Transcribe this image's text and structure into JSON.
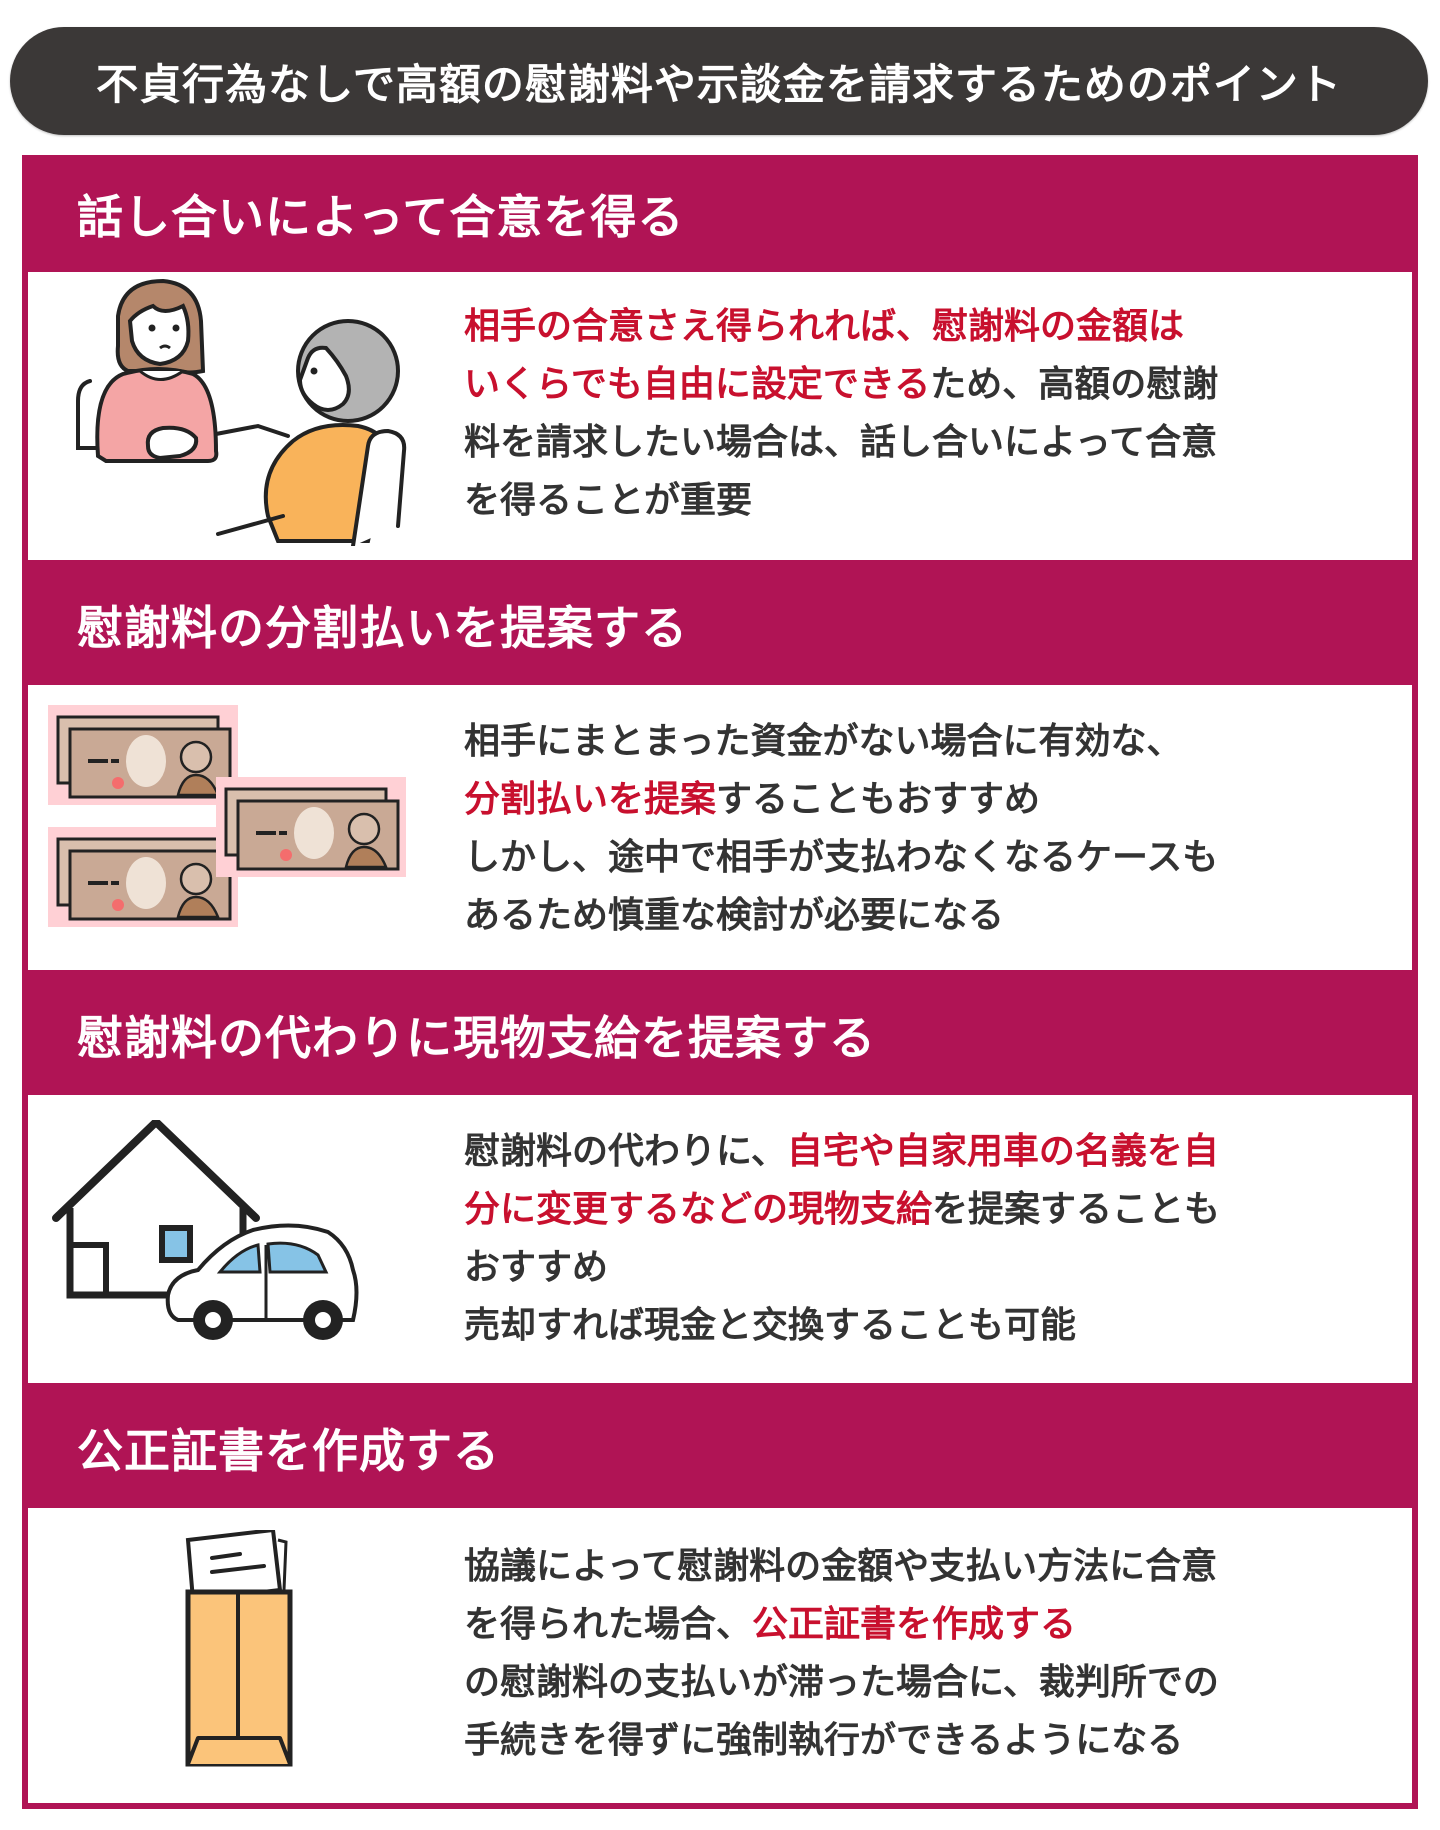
{
  "title": "不貞行為なしで高額の慰謝料や示談金を請求するためのポイント",
  "colors": {
    "title_bg": "#3b3837",
    "section_bg": "#b01455",
    "highlight_text": "#c8102e",
    "body_text": "#333333"
  },
  "sections": [
    {
      "heading": "話し合いによって合意を得る",
      "illustration": "two-people-talking-icon",
      "lines": [
        [
          {
            "t": "相手の合意さえ得られれば、慰謝料の金額は",
            "hl": true
          }
        ],
        [
          {
            "t": "いくらでも自由に設定できる",
            "hl": true
          },
          {
            "t": "ため、高額の慰謝",
            "hl": false
          }
        ],
        [
          {
            "t": "料を請求したい場合は、話し合いによって合意",
            "hl": false
          }
        ],
        [
          {
            "t": "を得ることが重要",
            "hl": false
          }
        ]
      ]
    },
    {
      "heading": "慰謝料の分割払いを提案する",
      "illustration": "banknotes-icon",
      "lines": [
        [
          {
            "t": "相手にまとまった資金がない場合に有効な、",
            "hl": false
          }
        ],
        [
          {
            "t": "分割払いを提案",
            "hl": true
          },
          {
            "t": "することもおすすめ",
            "hl": false
          }
        ],
        [
          {
            "t": "しかし、途中で相手が支払わなくなるケースも",
            "hl": false
          }
        ],
        [
          {
            "t": "あるため慎重な検討が必要になる",
            "hl": false
          }
        ]
      ]
    },
    {
      "heading": "慰謝料の代わりに現物支給を提案する",
      "illustration": "house-and-car-icon",
      "lines": [
        [
          {
            "t": "慰謝料の代わりに、",
            "hl": false
          },
          {
            "t": "自宅や自家用車の名義を自",
            "hl": true
          }
        ],
        [
          {
            "t": "分に変更するなどの現物支給",
            "hl": true
          },
          {
            "t": "を提案することも",
            "hl": false
          }
        ],
        [
          {
            "t": "おすすめ",
            "hl": false
          }
        ],
        [
          {
            "t": "売却すれば現金と交換することも可能",
            "hl": false
          }
        ]
      ]
    },
    {
      "heading": "公正証書を作成する",
      "illustration": "envelope-document-icon",
      "lines": [
        [
          {
            "t": "協議によって慰謝料の金額や支払い方法に合意",
            "hl": false
          }
        ],
        [
          {
            "t": "を得られた場合、",
            "hl": false
          },
          {
            "t": "公正証書を作成する",
            "hl": true
          }
        ],
        [
          {
            "t": "の慰謝料の支払いが滞った場合に、裁判所での",
            "hl": false
          }
        ],
        [
          {
            "t": "手続きを得ずに強制執行ができるようになる",
            "hl": false
          }
        ]
      ]
    }
  ]
}
